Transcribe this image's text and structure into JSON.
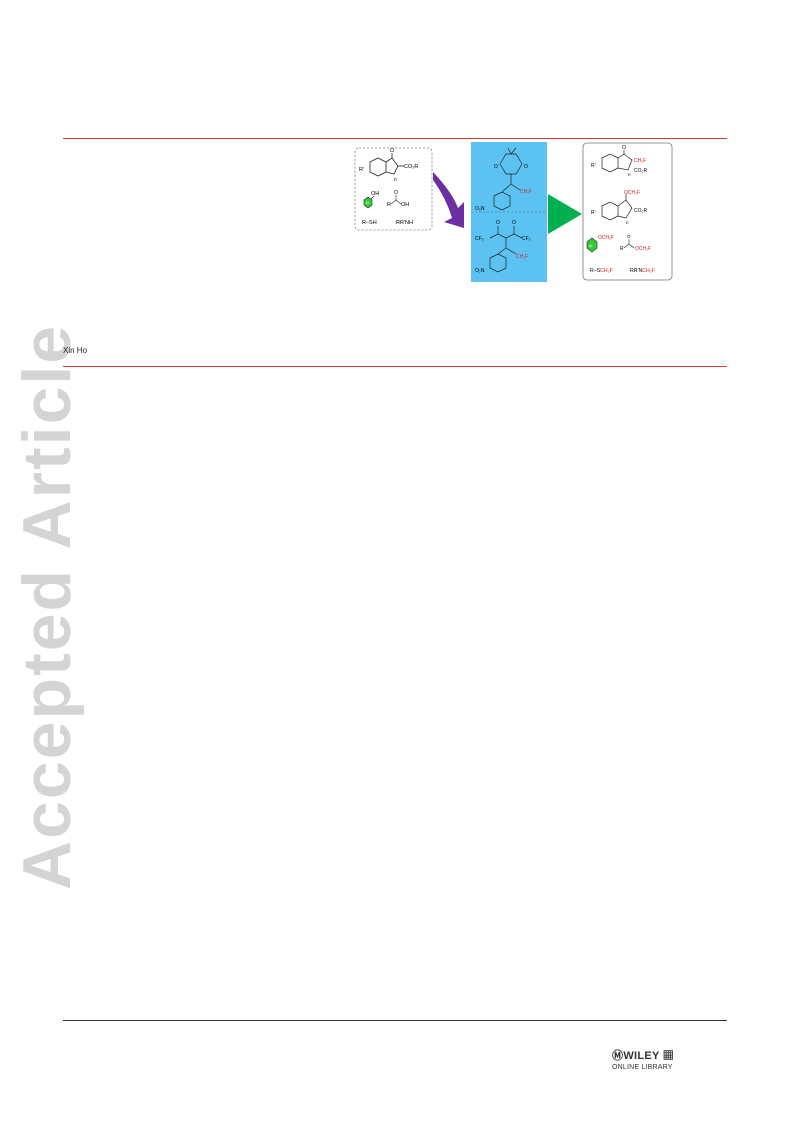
{
  "watermark": {
    "text": "Accepted Article"
  },
  "author_fragment": "Xin Ho",
  "graphic": {
    "substrates": {
      "ketone_ester": {
        "r": "R'",
        "group": "CO₂R",
        "oxo": "O",
        "ring": "n"
      },
      "phenol": {
        "badge": "Ar",
        "group": "OH"
      },
      "acid": {
        "r": "R",
        "oxo": "O",
        "group": "OH"
      },
      "thiol": "R–SH",
      "amine": "RR'NH"
    },
    "reagent_top": {
      "ring_oxo": "O",
      "fluoro": "CH₂F",
      "aryl": "O₂N"
    },
    "reagent_bottom": {
      "cf3": "CF₃",
      "oxo": "O",
      "fluoro": "CH₂F",
      "aryl": "O₂N"
    },
    "products": {
      "p1": {
        "r": "R'",
        "oxo": "O",
        "fluoro": "CH₂F",
        "group": "CO₂R",
        "ring": "n"
      },
      "p2": {
        "r": "R'",
        "fluoro": "OCH₂F",
        "group": "CO₂R",
        "ring": "n"
      },
      "p3": {
        "badge": "Ar",
        "fluoro": "OCH₂F"
      },
      "p4": {
        "r": "R",
        "oxo": "O",
        "fluoro": "OCH₂F"
      },
      "p5": {
        "prefix": "R–S",
        "fluoro": "CH₂F"
      },
      "p6": {
        "prefix": "RR'N",
        "fluoro": "CH₂F"
      }
    },
    "colors": {
      "panel": "#5cc2f2",
      "arrow_purple": "#6b2fa3",
      "arrow_green": "#00b050",
      "fluoro_red": "#d42020",
      "badge_green": "#33cc33"
    }
  },
  "footer": {
    "brand": "WILEY",
    "sub": "ONLINE LIBRARY"
  }
}
